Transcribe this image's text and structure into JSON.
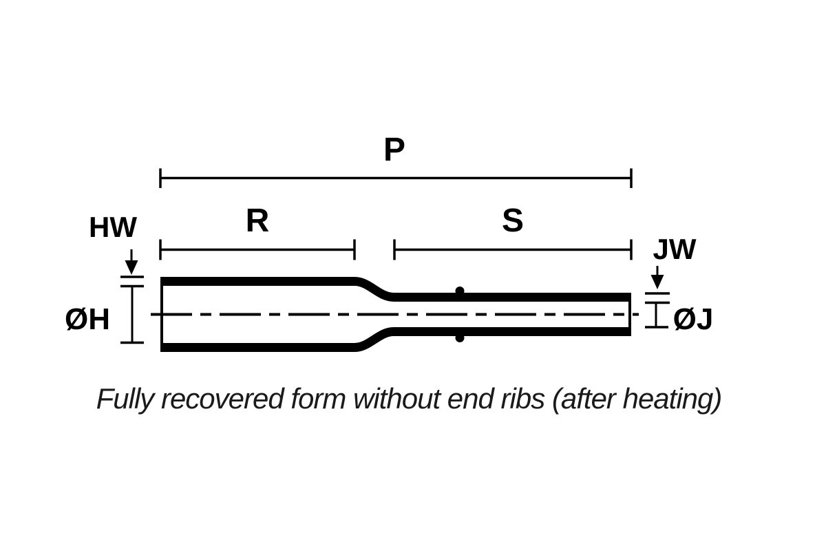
{
  "diagram": {
    "type": "technical-dimension-drawing",
    "subject": "heat-shrink tubing, stepped transition profile",
    "colors": {
      "line": "#000000",
      "background": "#ffffff"
    },
    "labels": {
      "overall_length": "P",
      "left_section_length": "R",
      "right_section_length": "S",
      "left_wall_thickness": "HW",
      "left_inner_diameter": "ØH",
      "right_wall_thickness": "JW",
      "right_inner_diameter": "ØJ"
    },
    "caption": "Fully recovered form without end ribs (after heating)"
  }
}
